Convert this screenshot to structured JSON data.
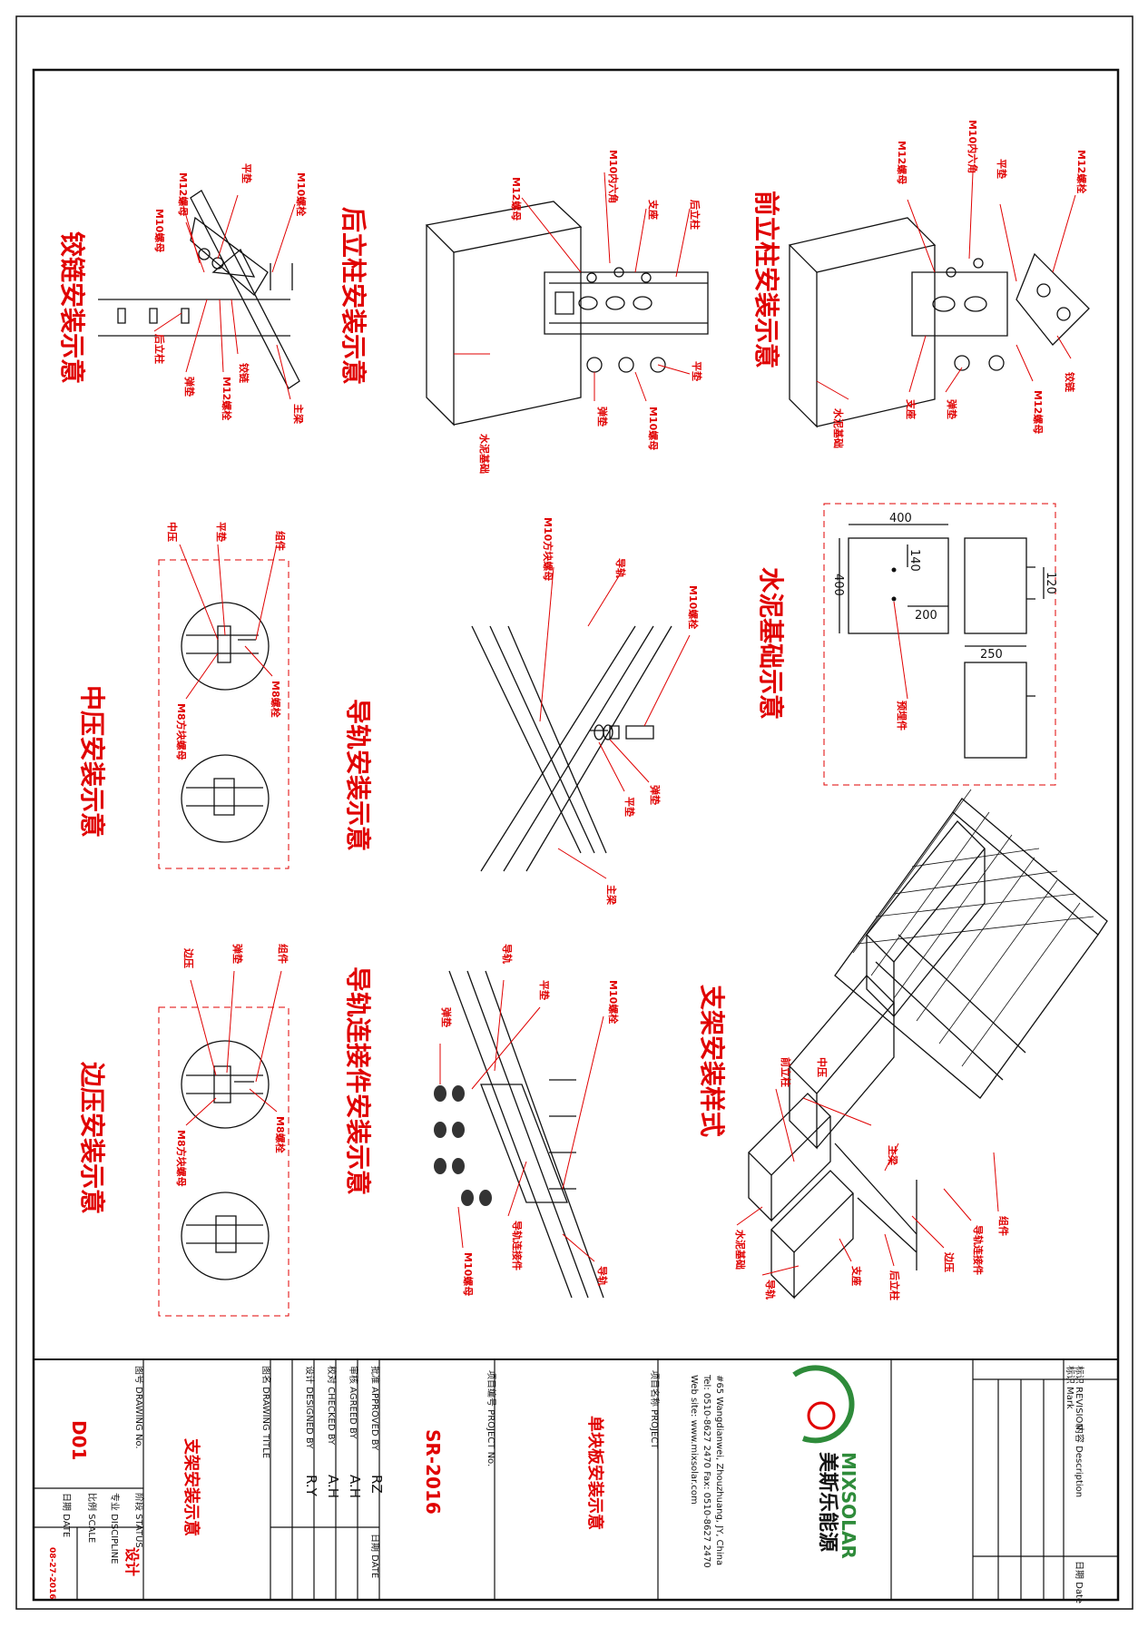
{
  "views": {
    "hinge": {
      "title": "铰链安装示意",
      "labels": [
        "M12螺母",
        "平垫",
        "M10螺母",
        "M10螺栓",
        "弹垫",
        "M12螺栓",
        "铰链",
        "主梁",
        "后立柱"
      ]
    },
    "rear_post": {
      "title": "后立柱安装示意",
      "labels": [
        "M12螺母",
        "M10内六角",
        "支座",
        "后立柱",
        "平垫",
        "弹垫",
        "M10螺母",
        "水泥基础"
      ]
    },
    "front_post": {
      "title": "前立柱安装示意",
      "labels": [
        "M12螺母",
        "M10内六角",
        "平垫",
        "M12螺栓",
        "铰链",
        "M12螺母",
        "弹垫",
        "支座",
        "水泥基础"
      ]
    },
    "mid_clamp": {
      "title": "中压安装示意",
      "labels": [
        "中压",
        "平垫",
        "组件",
        "M8螺栓",
        "M8方块螺母"
      ]
    },
    "rail": {
      "title": "导轨安装示意",
      "labels": [
        "M10方块螺母",
        "导轨",
        "M10螺栓",
        "弹垫",
        "平垫",
        "主梁"
      ]
    },
    "foundation": {
      "title": "水泥基础示意",
      "labels": [
        "预埋件"
      ]
    },
    "end_clamp": {
      "title": "边压安装示意",
      "labels": [
        "边压",
        "弹垫",
        "组件",
        "M8螺栓",
        "M8方块螺母"
      ]
    },
    "rail_conn": {
      "title": "导轨连接件安装示意",
      "labels": [
        "导轨",
        "平垫",
        "弹垫",
        "M10螺栓",
        "M10螺母",
        "导轨连接件",
        "导轨"
      ]
    },
    "assembly": {
      "title": "支架安装样式",
      "labels": [
        "前立柱",
        "中压",
        "主梁",
        "组件",
        "导轨连接件",
        "边压",
        "后立柱",
        "支座",
        "导轨",
        "水泥基础"
      ]
    }
  },
  "dimensions": {
    "top_width": "400",
    "left_height": "400",
    "pin_offset_v": "140",
    "pin_offset_h": "200",
    "side_height": "120",
    "side_width": "250"
  },
  "title_block": {
    "revision_header": "标识  REVISION",
    "mark": "标识\nMark",
    "description": "内容\nDescription",
    "date_header": "日期\nDate",
    "company": "美斯乐能源",
    "brand": "MIXSOLAR",
    "address": "#65 Wangdianwei, Zhouzhuang, JY, China",
    "tel": "Tel: 0510-8627 2470 Fax: 0510-8627 2470",
    "web": "Web site: www.mixsolar.com",
    "project_label": "项目名称\nPROJECT",
    "project": "单块板安装示意",
    "project_no_label": "项目编号\nPROJECT No.",
    "project_no": "SR-2016",
    "approved_label": "批准\nAPPROVED BY",
    "approved": "RZ",
    "agreed_label": "审核\nAGREED BY",
    "agreed": "A.H",
    "checked_label": "校对\nCHECKED BY",
    "checked": "A.H",
    "designed_label": "设计\nDESIGNED BY",
    "designed": "R.Y",
    "date_label": "日期\nDATE",
    "drawing_title_label": "图名\nDRAWING TITLE",
    "drawing_title": "支架安装示意",
    "drawing_no_label": "图号\nDRAWING No.",
    "drawing_no": "D01",
    "status_label": "阶段\nSTATUS",
    "discipline_label": "专业\nDISCIPLINE",
    "scale_label": "比例\nSCALE",
    "date2_label": "日期\nDATE",
    "status": "设计",
    "date": "08-27-2016"
  },
  "colors": {
    "annotation": "#e00000",
    "line": "#111111"
  }
}
